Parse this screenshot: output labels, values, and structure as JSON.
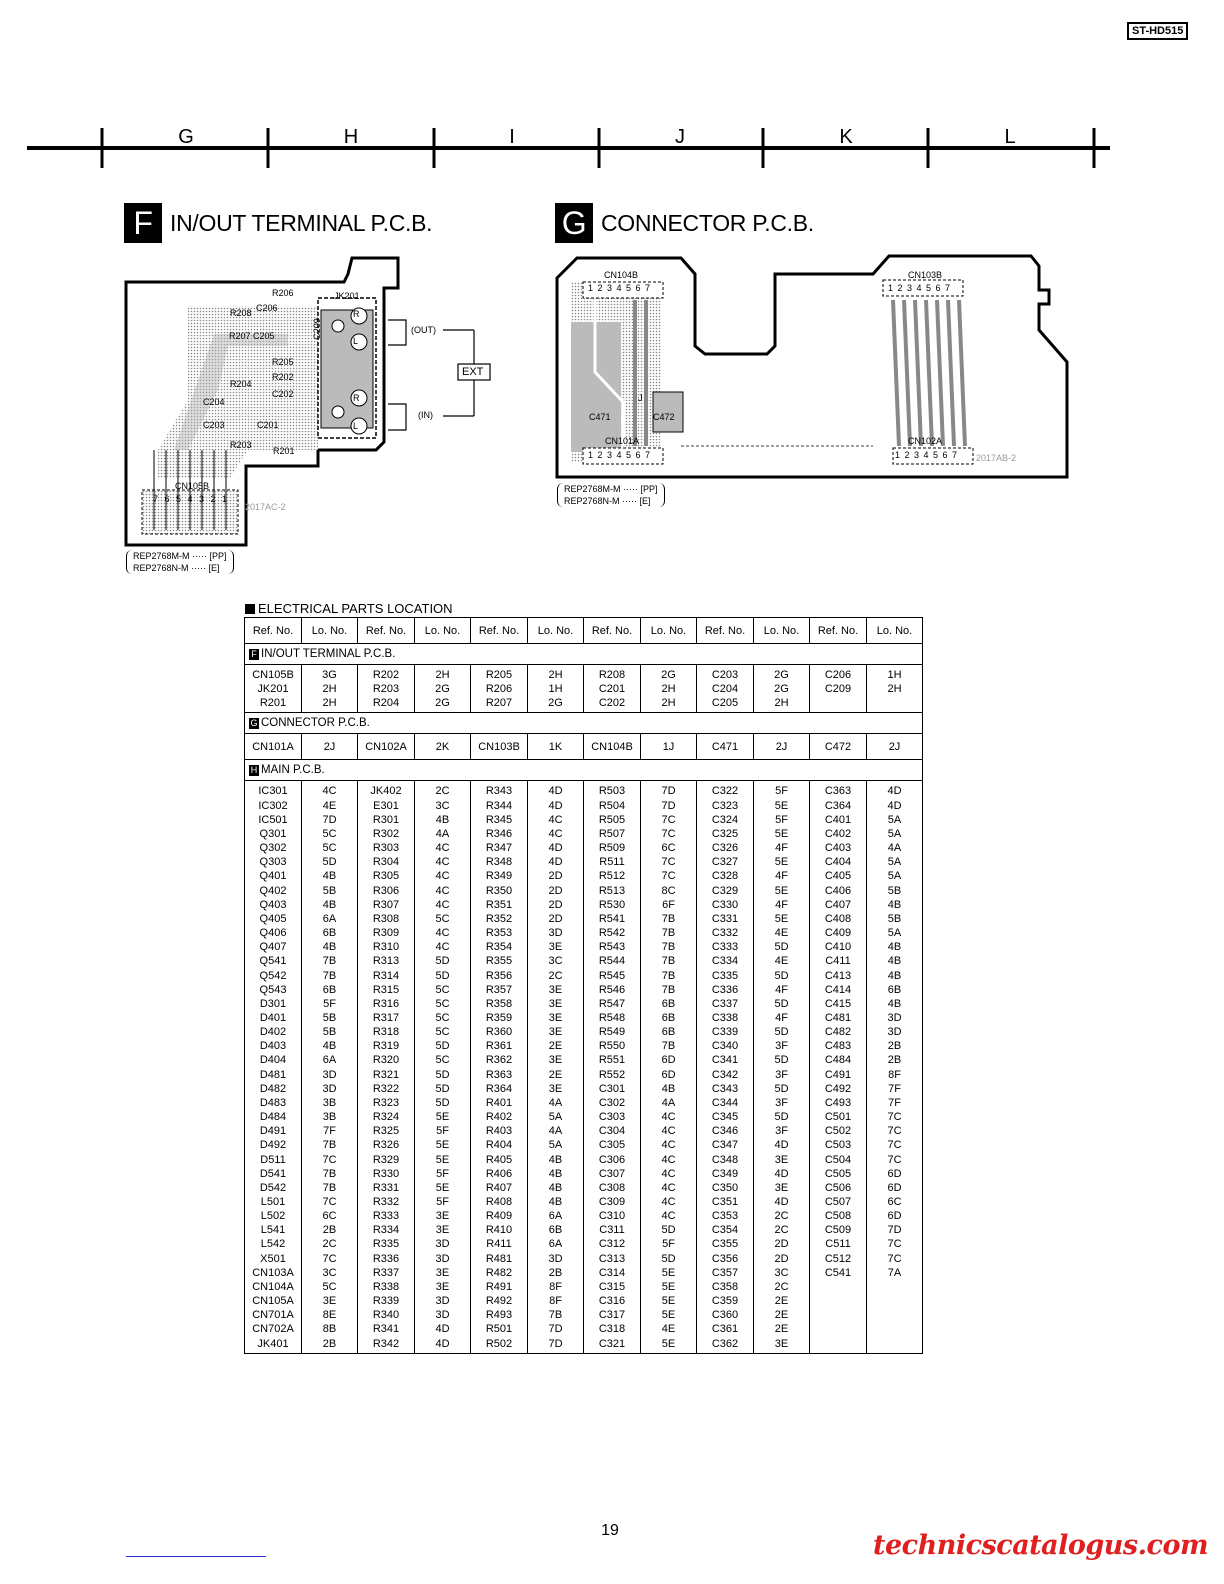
{
  "header": {
    "model": "ST-HD515"
  },
  "grid_columns": [
    "G",
    "H",
    "I",
    "J",
    "K",
    "L"
  ],
  "section_f": {
    "badge": "F",
    "title": "IN/OUT TERMINAL P.C.B.",
    "labels": {
      "r206": "R206",
      "jk201": "JK201",
      "r208": "R208",
      "c206": "C206",
      "r207c205": "R207 C205",
      "c209": "C209",
      "r205": "R205",
      "r202": "R202",
      "r204": "R204",
      "c202": "C202",
      "c204": "C204",
      "c203": "C203",
      "c201": "C201",
      "r203": "R203",
      "r201": "R201",
      "cn105b": "CN105B",
      "pins": "7 6 5 4 3 2 1",
      "code": "2017AC-2",
      "out": "(OUT)",
      "in": "(IN)",
      "ext": "EXT",
      "r_top": "R",
      "l_top": "L",
      "r_bot": "R",
      "l_bot": "L"
    },
    "variant_lines": [
      "REP2768M-M ····· [PP]",
      "REP2768N-M ····· [E]"
    ]
  },
  "section_g": {
    "badge": "G",
    "title": "CONNECTOR P.C.B.",
    "labels": {
      "cn104b": "CN104B",
      "cn103b": "CN103B",
      "pins": "1 2 3 4 5 6 7",
      "c471": "C471",
      "c472": "C472",
      "cn101a": "CN101A",
      "cn102a": "CN102A",
      "j": "J",
      "code": "2017AB-2"
    },
    "variant_lines": [
      "REP2768M-M ····· [PP]",
      "REP2768N-M ····· [E]"
    ]
  },
  "parts_table": {
    "title": "ELECTRICAL PARTS LOCATION",
    "headers": [
      "Ref. No.",
      "Lo. No.",
      "Ref. No.",
      "Lo. No.",
      "Ref. No.",
      "Lo. No.",
      "Ref. No.",
      "Lo. No.",
      "Ref. No.",
      "Lo. No.",
      "Ref. No.",
      "Lo. No."
    ],
    "sections": [
      {
        "badge": "F",
        "name": "IN/OUT TERMINAL P.C.B.",
        "columns": [
          [
            "CN105B",
            "JK201",
            "R201"
          ],
          [
            "3G",
            "2H",
            "2H"
          ],
          [
            "R202",
            "R203",
            "R204"
          ],
          [
            "2H",
            "2G",
            "2G"
          ],
          [
            "R205",
            "R206",
            "R207"
          ],
          [
            "2H",
            "1H",
            "2G"
          ],
          [
            "R208",
            "C201",
            "C202"
          ],
          [
            "2G",
            "2H",
            "2H"
          ],
          [
            "C203",
            "C204",
            "C205"
          ],
          [
            "2G",
            "2G",
            "2H"
          ],
          [
            "C206",
            "C209"
          ],
          [
            "1H",
            "2H"
          ]
        ]
      },
      {
        "badge": "G",
        "name": "CONNECTOR P.C.B.",
        "columns": [
          [
            "CN101A"
          ],
          [
            "2J"
          ],
          [
            "CN102A"
          ],
          [
            "2K"
          ],
          [
            "CN103B"
          ],
          [
            "1K"
          ],
          [
            "CN104B"
          ],
          [
            "1J"
          ],
          [
            "C471"
          ],
          [
            "2J"
          ],
          [
            "C472"
          ],
          [
            "2J"
          ]
        ]
      },
      {
        "badge": "H",
        "name": "MAIN P.C.B.",
        "columns": [
          [
            "IC301",
            "IC302",
            "IC501",
            "Q301",
            "Q302",
            "Q303",
            "Q401",
            "Q402",
            "Q403",
            "Q405",
            "Q406",
            "Q407",
            "Q541",
            "Q542",
            "Q543",
            "D301",
            "D401",
            "D402",
            "D403",
            "D404",
            "D481",
            "D482",
            "D483",
            "D484",
            "D491",
            "D492",
            "D511",
            "D541",
            "D542",
            "L501",
            "L502",
            "L541",
            "L542",
            "X501",
            "CN103A",
            "CN104A",
            "CN105A",
            "CN701A",
            "CN702A",
            "JK401"
          ],
          [
            "4C",
            "4E",
            "7D",
            "5C",
            "5C",
            "5D",
            "4B",
            "5B",
            "4B",
            "6A",
            "6B",
            "4B",
            "7B",
            "7B",
            "6B",
            "5F",
            "5B",
            "5B",
            "4B",
            "6A",
            "3D",
            "3D",
            "3B",
            "3B",
            "7F",
            "7B",
            "7C",
            "7B",
            "7B",
            "7C",
            "6C",
            "2B",
            "2C",
            "7C",
            "3C",
            "5C",
            "3E",
            "8E",
            "8B",
            "2B"
          ],
          [
            "JK402",
            "E301",
            "R301",
            "R302",
            "R303",
            "R304",
            "R305",
            "R306",
            "R307",
            "R308",
            "R309",
            "R310",
            "R313",
            "R314",
            "R315",
            "R316",
            "R317",
            "R318",
            "R319",
            "R320",
            "R321",
            "R322",
            "R323",
            "R324",
            "R325",
            "R326",
            "R329",
            "R330",
            "R331",
            "R332",
            "R333",
            "R334",
            "R335",
            "R336",
            "R337",
            "R338",
            "R339",
            "R340",
            "R341",
            "R342"
          ],
          [
            "2C",
            "3C",
            "4B",
            "4A",
            "4C",
            "4C",
            "4C",
            "4C",
            "4C",
            "5C",
            "4C",
            "4C",
            "5D",
            "5D",
            "5C",
            "5C",
            "5C",
            "5C",
            "5D",
            "5C",
            "5D",
            "5D",
            "5D",
            "5E",
            "5F",
            "5E",
            "5E",
            "5F",
            "5E",
            "5F",
            "3E",
            "3E",
            "3D",
            "3D",
            "3E",
            "3E",
            "3D",
            "3D",
            "4D",
            "4D"
          ],
          [
            "R343",
            "R344",
            "R345",
            "R346",
            "R347",
            "R348",
            "R349",
            "R350",
            "R351",
            "R352",
            "R353",
            "R354",
            "R355",
            "R356",
            "R357",
            "R358",
            "R359",
            "R360",
            "R361",
            "R362",
            "R363",
            "R364",
            "R401",
            "R402",
            "R403",
            "R404",
            "R405",
            "R406",
            "R407",
            "R408",
            "R409",
            "R410",
            "R411",
            "R481",
            "R482",
            "R491",
            "R492",
            "R493",
            "R501",
            "R502"
          ],
          [
            "4D",
            "4D",
            "4C",
            "4C",
            "4D",
            "4D",
            "2D",
            "2D",
            "2D",
            "2D",
            "3D",
            "3E",
            "3C",
            "2C",
            "3E",
            "3E",
            "3E",
            "3E",
            "2E",
            "3E",
            "2E",
            "3E",
            "4A",
            "5A",
            "4A",
            "5A",
            "4B",
            "4B",
            "4B",
            "4B",
            "6A",
            "6B",
            "6A",
            "3D",
            "2B",
            "8F",
            "8F",
            "7B",
            "7D",
            "7D"
          ],
          [
            "R503",
            "R504",
            "R505",
            "R507",
            "R509",
            "R511",
            "R512",
            "R513",
            "R530",
            "R541",
            "R542",
            "R543",
            "R544",
            "R545",
            "R546",
            "R547",
            "R548",
            "R549",
            "R550",
            "R551",
            "R552",
            "C301",
            "C302",
            "C303",
            "C304",
            "C305",
            "C306",
            "C307",
            "C308",
            "C309",
            "C310",
            "C311",
            "C312",
            "C313",
            "C314",
            "C315",
            "C316",
            "C317",
            "C318",
            "C321"
          ],
          [
            "7D",
            "7D",
            "7C",
            "7C",
            "6C",
            "7C",
            "7C",
            "8C",
            "6F",
            "7B",
            "7B",
            "7B",
            "7B",
            "7B",
            "7B",
            "6B",
            "6B",
            "6B",
            "7B",
            "6D",
            "6D",
            "4B",
            "4A",
            "4C",
            "4C",
            "4C",
            "4C",
            "4C",
            "4C",
            "4C",
            "4C",
            "5D",
            "5F",
            "5D",
            "5E",
            "5E",
            "5E",
            "5E",
            "4E",
            "5E"
          ],
          [
            "C322",
            "C323",
            "C324",
            "C325",
            "C326",
            "C327",
            "C328",
            "C329",
            "C330",
            "C331",
            "C332",
            "C333",
            "C334",
            "C335",
            "C336",
            "C337",
            "C338",
            "C339",
            "C340",
            "C341",
            "C342",
            "C343",
            "C344",
            "C345",
            "C346",
            "C347",
            "C348",
            "C349",
            "C350",
            "C351",
            "C353",
            "C354",
            "C355",
            "C356",
            "C357",
            "C358",
            "C359",
            "C360",
            "C361",
            "C362"
          ],
          [
            "5F",
            "5E",
            "5F",
            "5E",
            "4F",
            "5E",
            "4F",
            "5E",
            "4F",
            "5E",
            "4E",
            "5D",
            "4E",
            "5D",
            "4F",
            "5D",
            "4F",
            "5D",
            "3F",
            "5D",
            "3F",
            "5D",
            "3F",
            "5D",
            "3F",
            "4D",
            "3E",
            "4D",
            "3E",
            "4D",
            "2C",
            "2C",
            "2D",
            "2D",
            "3C",
            "2C",
            "2E",
            "2E",
            "2E",
            "3E"
          ],
          [
            "C363",
            "C364",
            "C401",
            "C402",
            "C403",
            "C404",
            "C405",
            "C406",
            "C407",
            "C408",
            "C409",
            "C410",
            "C411",
            "C413",
            "C414",
            "C415",
            "C481",
            "C482",
            "C483",
            "C484",
            "C491",
            "C492",
            "C493",
            "C501",
            "C502",
            "C503",
            "C504",
            "C505",
            "C506",
            "C507",
            "C508",
            "C509",
            "C511",
            "C512",
            "C541"
          ],
          [
            "4D",
            "4D",
            "5A",
            "5A",
            "4A",
            "5A",
            "5A",
            "5B",
            "4B",
            "5B",
            "5A",
            "4B",
            "4B",
            "4B",
            "6B",
            "4B",
            "3D",
            "3D",
            "2B",
            "2B",
            "8F",
            "7F",
            "7F",
            "7C",
            "7C",
            "7C",
            "7C",
            "6D",
            "6D",
            "6C",
            "6D",
            "7D",
            "7C",
            "7C",
            "7A"
          ]
        ]
      }
    ]
  },
  "footer": {
    "page_number": "19",
    "watermark": "technicscatalogus.com"
  }
}
